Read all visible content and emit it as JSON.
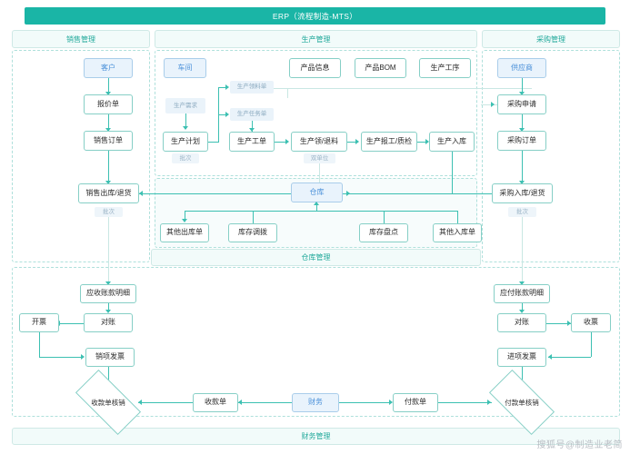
{
  "header": {
    "title": "ERP（流程制造-MTS）",
    "accent": "#1ab5a6"
  },
  "modules": [
    {
      "key": "sales",
      "label": "销售管理"
    },
    {
      "key": "production",
      "label": "生产管理"
    },
    {
      "key": "purchase",
      "label": "采购管理"
    }
  ],
  "footers": [
    {
      "key": "warehouse",
      "label": "仓库管理"
    },
    {
      "key": "finance",
      "label": "财务管理"
    }
  ],
  "sales": {
    "customer": "客户",
    "quotation": "报价单",
    "sales_order": "销售订单",
    "sales_out_return": "销售出库/退货",
    "batch_tag": "批次"
  },
  "production": {
    "workshop": "车间",
    "product_info": "产品信息",
    "product_bom": "产品BOM",
    "process": "生产工序",
    "demand_tag": "生产需求",
    "pick_list_tag": "生产领料单",
    "task_list_tag": "生产任务单",
    "plan": "生产计划",
    "work_order": "生产工单",
    "issue_return": "生产领/退料",
    "report_qc": "生产报工/质检",
    "inbound": "生产入库",
    "batch_tag": "批次",
    "dual_unit_tag": "双单位"
  },
  "purchase": {
    "supplier": "供应商",
    "request": "采购申请",
    "order": "采购订单",
    "in_return": "采购入库/退货",
    "batch_tag": "批次"
  },
  "warehouse": {
    "hub": "仓库",
    "other_out": "其他出库单",
    "transfer": "库存调拨",
    "stocktake": "库存盘点",
    "other_in": "其他入库单"
  },
  "finance": {
    "ar_detail": "应收账款明细",
    "ar_recon": "对账",
    "invoicing": "开票",
    "output_invoice": "销项发票",
    "receipt_writeoff": "收款单核销",
    "receipt_voucher": "收款单",
    "hub": "财务",
    "payment_voucher": "付款单",
    "payment_writeoff": "付款单核销",
    "ap_detail": "应付账款明细",
    "ap_recon": "对账",
    "invoice_receive": "收票",
    "input_invoice": "进项发票"
  },
  "watermark": {
    "text": "搜狐号@制造业老简"
  },
  "colors": {
    "teal": "#1ab5a6",
    "line": "#3cc0b2",
    "node_border": "#86cfc6",
    "blue_fill": "#e9f3fc",
    "blue_text": "#4a90d9"
  }
}
